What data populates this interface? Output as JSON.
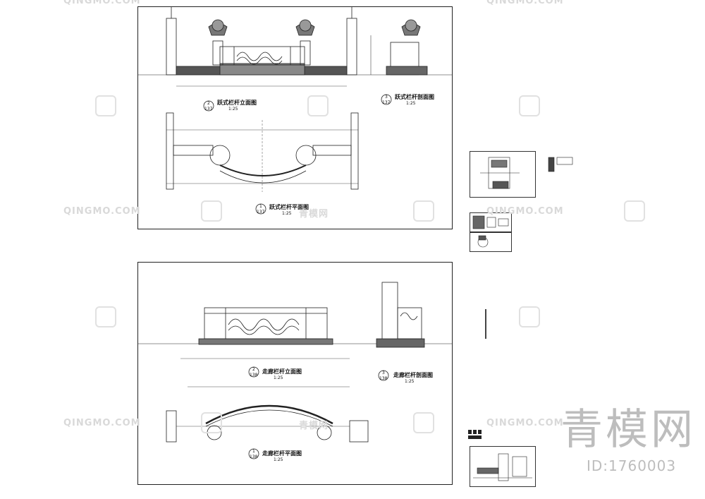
{
  "sheets": {
    "top": {
      "elevation_title": "跃式栏杆立面图",
      "elevation_scale": "1:25",
      "section_title": "跃式栏杆剖面图",
      "section_scale": "1:25",
      "plan_title": "跃式栏杆平面图",
      "plan_scale": "1:25",
      "bubble_a_num": "2",
      "bubble_a_sheet": "137",
      "bubble_b_num": "3",
      "bubble_b_sheet": "137",
      "bubble_c_num": "1",
      "bubble_c_sheet": "137"
    },
    "bottom": {
      "elevation_title": "走廊栏杆立面图",
      "elevation_scale": "1:25",
      "section_title": "走廊栏杆剖面图",
      "section_scale": "1:25",
      "plan_title": "走廊栏杆平面图",
      "plan_scale": "1:25",
      "bubble_a_num": "2",
      "bubble_a_sheet": "138",
      "bubble_b_num": "3",
      "bubble_b_sheet": "138",
      "bubble_c_num": "1",
      "bubble_c_sheet": "138"
    }
  },
  "watermark": {
    "text": "QINGMO.COM",
    "cn_text": "青模网"
  },
  "brand": {
    "logo_text": "青模网",
    "id_text": "ID:1760003"
  },
  "colors": {
    "line": "#222222",
    "watermark": "#d9d9d9",
    "brand": "#bdbdbd"
  }
}
